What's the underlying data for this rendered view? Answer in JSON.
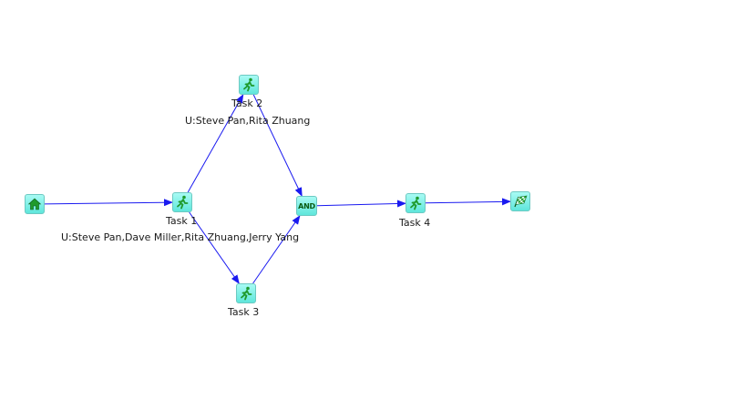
{
  "diagram": {
    "start_node": {
      "icon": "home-icon"
    },
    "tasks": [
      {
        "id": "task1",
        "label": "Task 1",
        "users": "U:Steve Pan,Dave Miller,Rita Zhuang,Jerry Yang",
        "icon": "runner-icon"
      },
      {
        "id": "task2",
        "label": "Task 2",
        "users": "U:Steve Pan,Rita Zhuang",
        "icon": "runner-icon"
      },
      {
        "id": "task3",
        "label": "Task 3",
        "icon": "runner-icon"
      },
      {
        "id": "task4",
        "label": "Task 4",
        "icon": "runner-icon"
      }
    ],
    "join_node": {
      "label": "AND"
    },
    "end_node": {
      "icon": "checkered-flag-icon"
    },
    "edges": [
      {
        "from": "start",
        "to": "task1"
      },
      {
        "from": "task1",
        "to": "task2"
      },
      {
        "from": "task1",
        "to": "task3"
      },
      {
        "from": "task2",
        "to": "and"
      },
      {
        "from": "task3",
        "to": "and"
      },
      {
        "from": "and",
        "to": "task4"
      },
      {
        "from": "task4",
        "to": "end"
      }
    ],
    "colors": {
      "edge": "#1a1af0",
      "node_fill_top": "#a8fbf4",
      "node_fill_bottom": "#5fe6db",
      "icon": "#1f9a2c"
    }
  }
}
